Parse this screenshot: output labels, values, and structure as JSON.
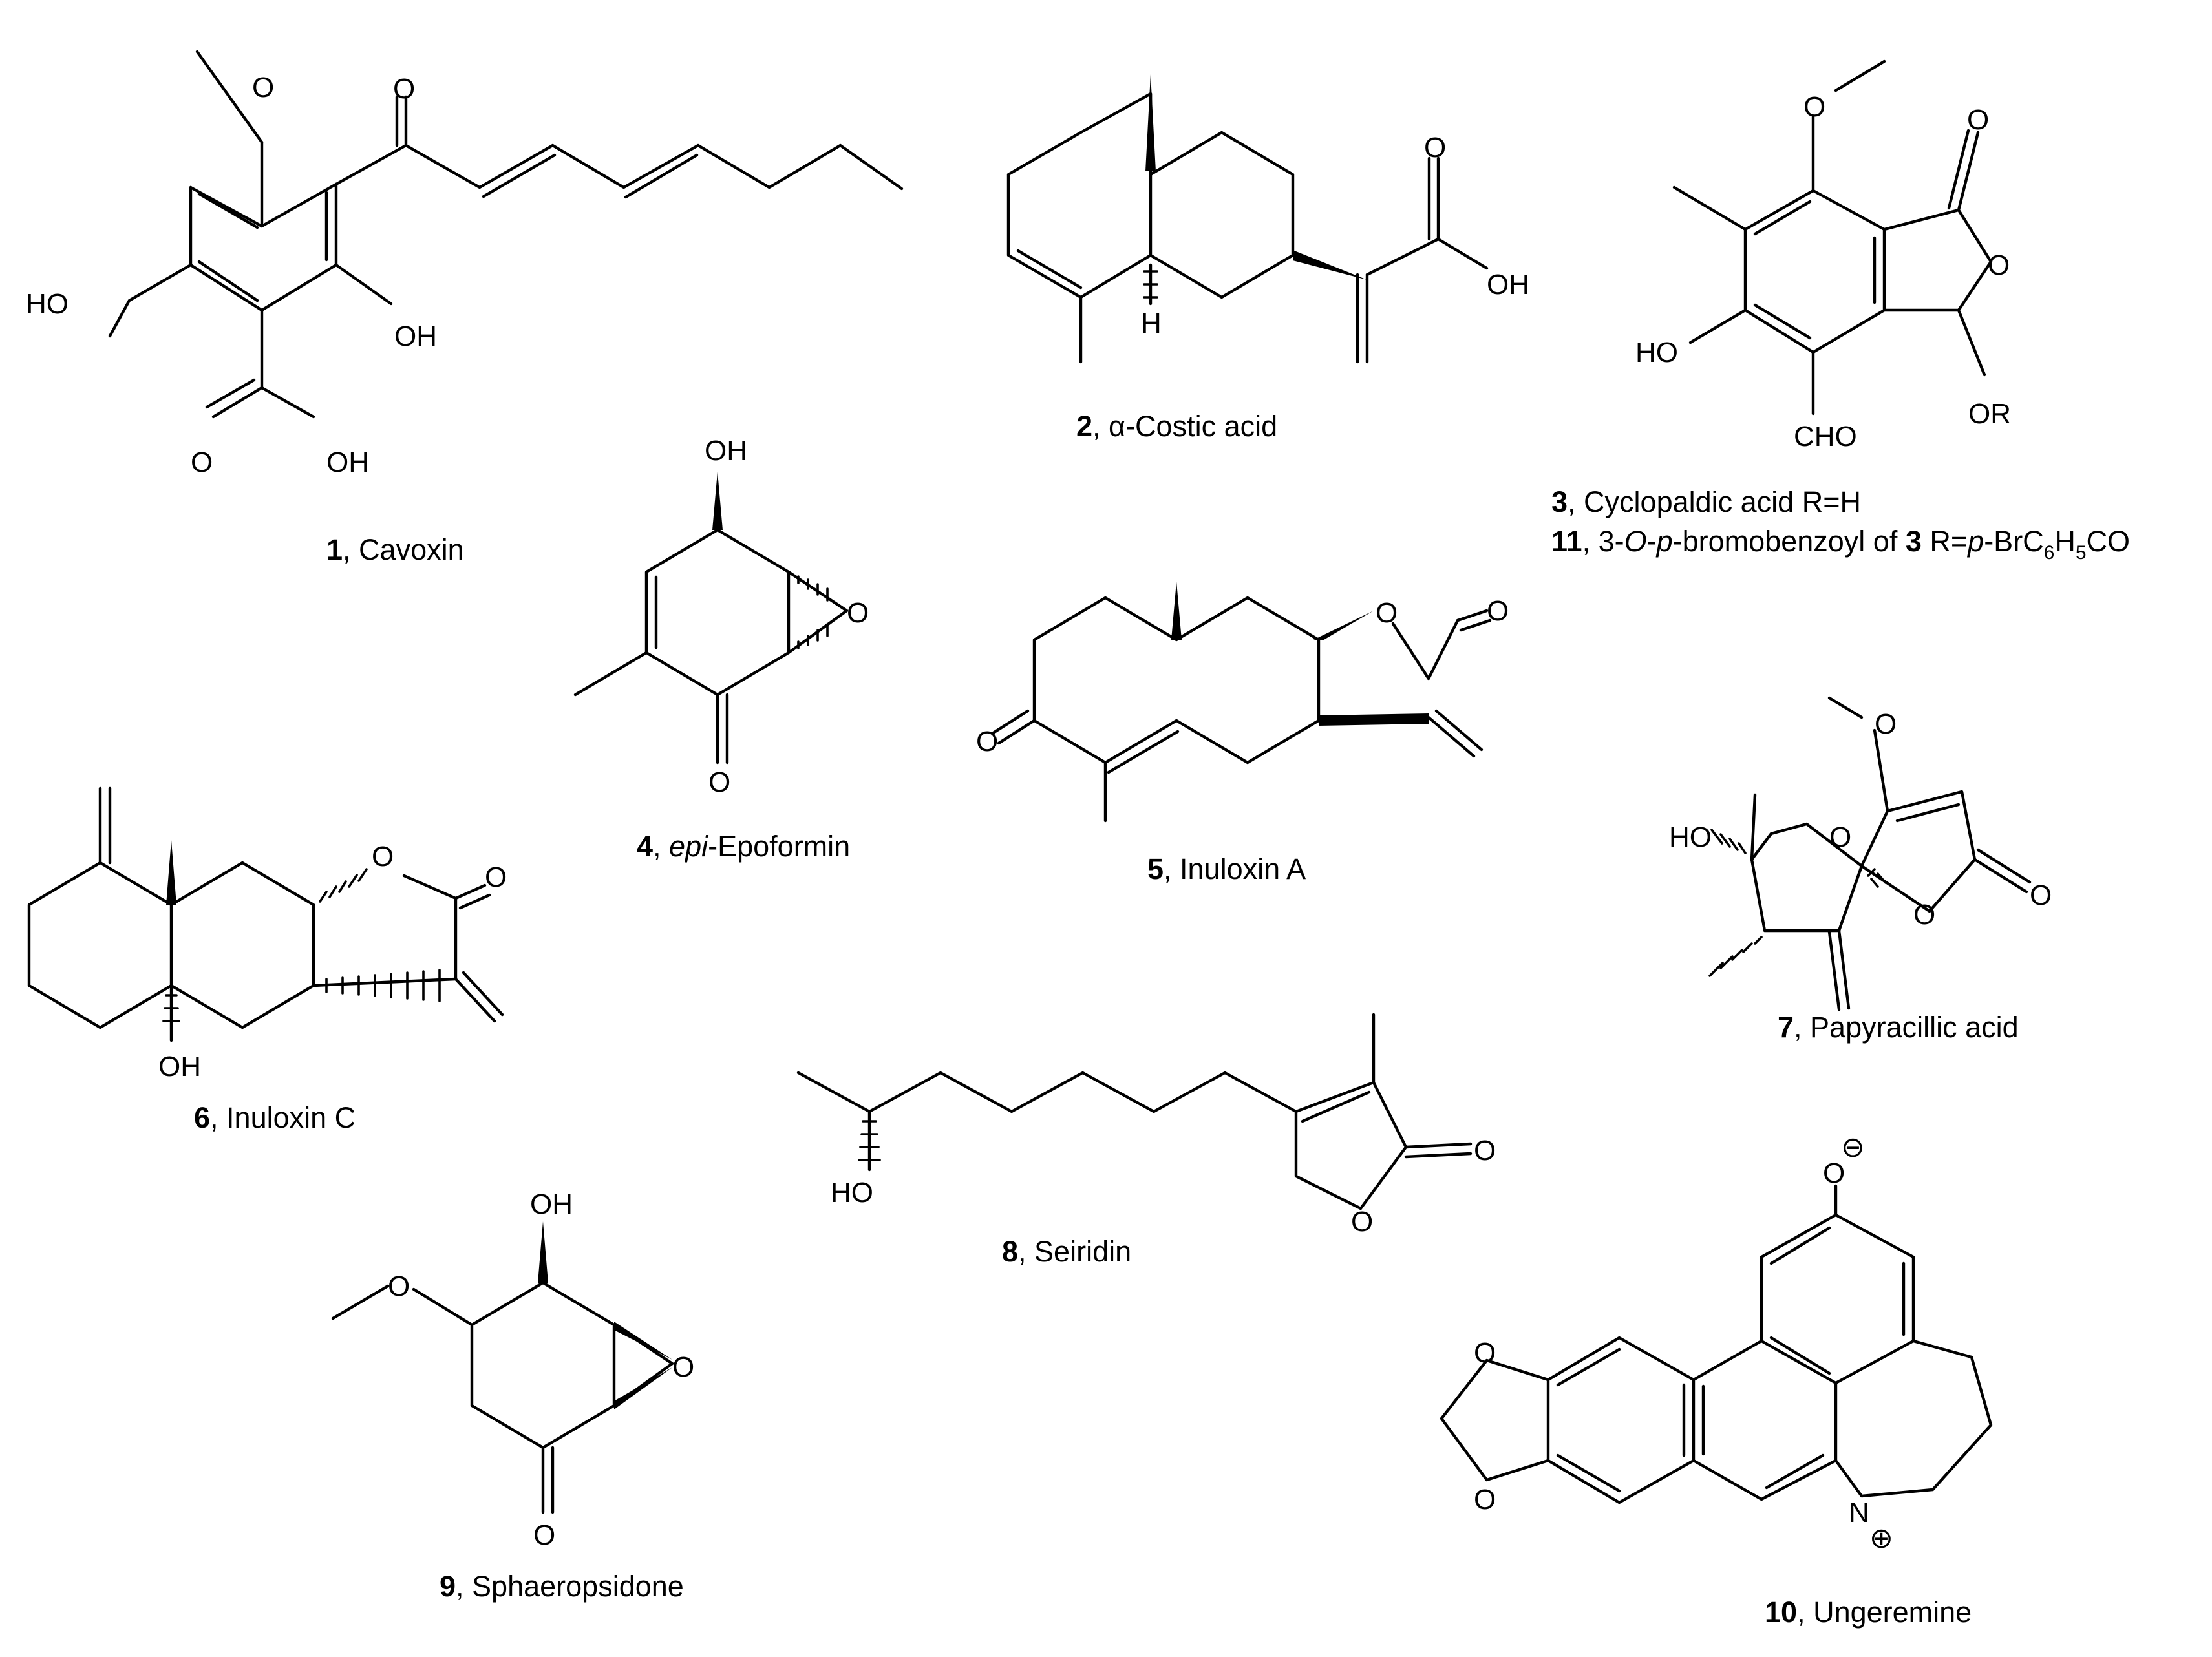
{
  "compounds": [
    {
      "number": "1",
      "name": "Cavoxin"
    },
    {
      "number": "2",
      "name": "α-Costic acid"
    },
    {
      "number": "3",
      "name": "Cyclopaldic acid R=H"
    },
    {
      "number": "11",
      "name_prefix": "3-",
      "o": "O",
      "sep1": "-",
      "p": "p",
      "name_mid": "-bromobenzoyl of ",
      "ref": "3",
      "name_suffix": " R=",
      "p2": "p",
      "formula_a": "-BrC",
      "sub6": "6",
      "formula_b": "H",
      "sub5": "5",
      "formula_c": "CO"
    },
    {
      "number": "4",
      "italic": "epi",
      "name": "-Epoformin"
    },
    {
      "number": "5",
      "name": "Inuloxin A"
    },
    {
      "number": "6",
      "name": "Inuloxin C"
    },
    {
      "number": "7",
      "name": "Papyracillic acid"
    },
    {
      "number": "8",
      "name": "Seiridin"
    },
    {
      "number": "9",
      "name": "Sphaeropsidone"
    },
    {
      "number": "10",
      "name": "Ungeremine"
    }
  ],
  "atoms": {
    "o": "O",
    "oh": "OH",
    "ho": "HO",
    "h": "H",
    "cho": "CHO",
    "or": "OR",
    "n": "N",
    "minus": "⊖",
    "plus": "⊕"
  }
}
